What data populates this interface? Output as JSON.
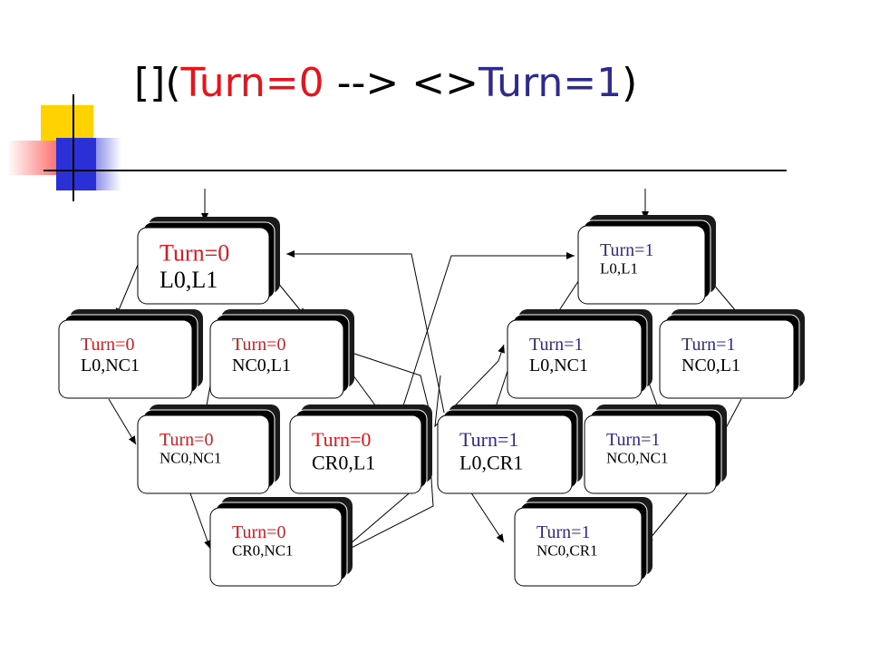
{
  "title": {
    "prefix": "[](",
    "antecedent": "Turn=0",
    "arrow": " --> <>",
    "consequent": "Turn=1",
    "suffix": ")"
  },
  "colors": {
    "turn0": "#e8141c",
    "turn1": "#2e2b8c",
    "label": "#000000"
  },
  "nodes": [
    {
      "id": "t0-l0-l1",
      "turn": "Turn=0",
      "state": "L0,L1",
      "turn_class": 0,
      "size": "large"
    },
    {
      "id": "t0-l0-nc1",
      "turn": "Turn=0",
      "state": "L0,NC1",
      "turn_class": 0,
      "size": "medium"
    },
    {
      "id": "t0-nc0-l1",
      "turn": "Turn=0",
      "state": "NC0,L1",
      "turn_class": 0,
      "size": "medium"
    },
    {
      "id": "t0-nc0-nc1",
      "turn": "Turn=0",
      "state": "NC0,NC1",
      "turn_class": 0,
      "size": "small"
    },
    {
      "id": "t0-cr0-l1",
      "turn": "Turn=0",
      "state": "CR0,L1",
      "turn_class": 0,
      "size": "medium-large"
    },
    {
      "id": "t0-cr0-nc1",
      "turn": "Turn=0",
      "state": "CR0,NC1",
      "turn_class": 0,
      "size": "small"
    },
    {
      "id": "t1-l0-l1",
      "turn": "Turn=1",
      "state": "L0,L1",
      "turn_class": 1,
      "size": "small"
    },
    {
      "id": "t1-l0-nc1",
      "turn": "Turn=1",
      "state": "L0,NC1",
      "turn_class": 1,
      "size": "medium"
    },
    {
      "id": "t1-nc0-l1",
      "turn": "Turn=1",
      "state": "NC0,L1",
      "turn_class": 1,
      "size": "medium"
    },
    {
      "id": "t1-l0-cr1",
      "turn": "Turn=1",
      "state": "L0,CR1",
      "turn_class": 1,
      "size": "medium-large"
    },
    {
      "id": "t1-nc0-nc1",
      "turn": "Turn=1",
      "state": "NC0,NC1",
      "turn_class": 1,
      "size": "small"
    },
    {
      "id": "t1-nc0-cr1",
      "turn": "Turn=1",
      "state": "NC0,CR1",
      "turn_class": 1,
      "size": "small"
    }
  ],
  "edges": [
    {
      "from": "initial",
      "to": "t0-l0-l1"
    },
    {
      "from": "initial",
      "to": "t1-l0-l1"
    },
    {
      "from": "t0-l0-l1",
      "to": "t0-l0-nc1"
    },
    {
      "from": "t0-l0-l1",
      "to": "t0-nc0-l1"
    },
    {
      "from": "t0-l0-nc1",
      "to": "t0-nc0-nc1"
    },
    {
      "from": "t0-nc0-l1",
      "to": "t0-nc0-nc1"
    },
    {
      "from": "t0-nc0-l1",
      "to": "t0-cr0-l1"
    },
    {
      "from": "t0-nc0-nc1",
      "to": "t0-cr0-nc1"
    },
    {
      "from": "t0-cr0-l1",
      "to": "t1-l0-l1"
    },
    {
      "from": "t0-cr0-nc1",
      "to": "t1-l0-nc1"
    },
    {
      "from": "t0-nc0-l1",
      "to": "t0-cr0-nc1"
    },
    {
      "from": "t1-l0-l1",
      "to": "t1-l0-nc1"
    },
    {
      "from": "t1-l0-l1",
      "to": "t1-nc0-l1"
    },
    {
      "from": "t1-l0-nc1",
      "to": "t1-l0-cr1"
    },
    {
      "from": "t1-l0-nc1",
      "to": "t1-nc0-nc1"
    },
    {
      "from": "t1-nc0-l1",
      "to": "t1-nc0-nc1"
    },
    {
      "from": "t1-l0-cr1",
      "to": "t1-nc0-cr1"
    },
    {
      "from": "t1-nc0-nc1",
      "to": "t1-nc0-cr1"
    },
    {
      "from": "t1-l0-cr1",
      "to": "t0-l0-l1"
    },
    {
      "from": "t1-nc0-cr1",
      "to": "t0-nc0-l1"
    }
  ]
}
